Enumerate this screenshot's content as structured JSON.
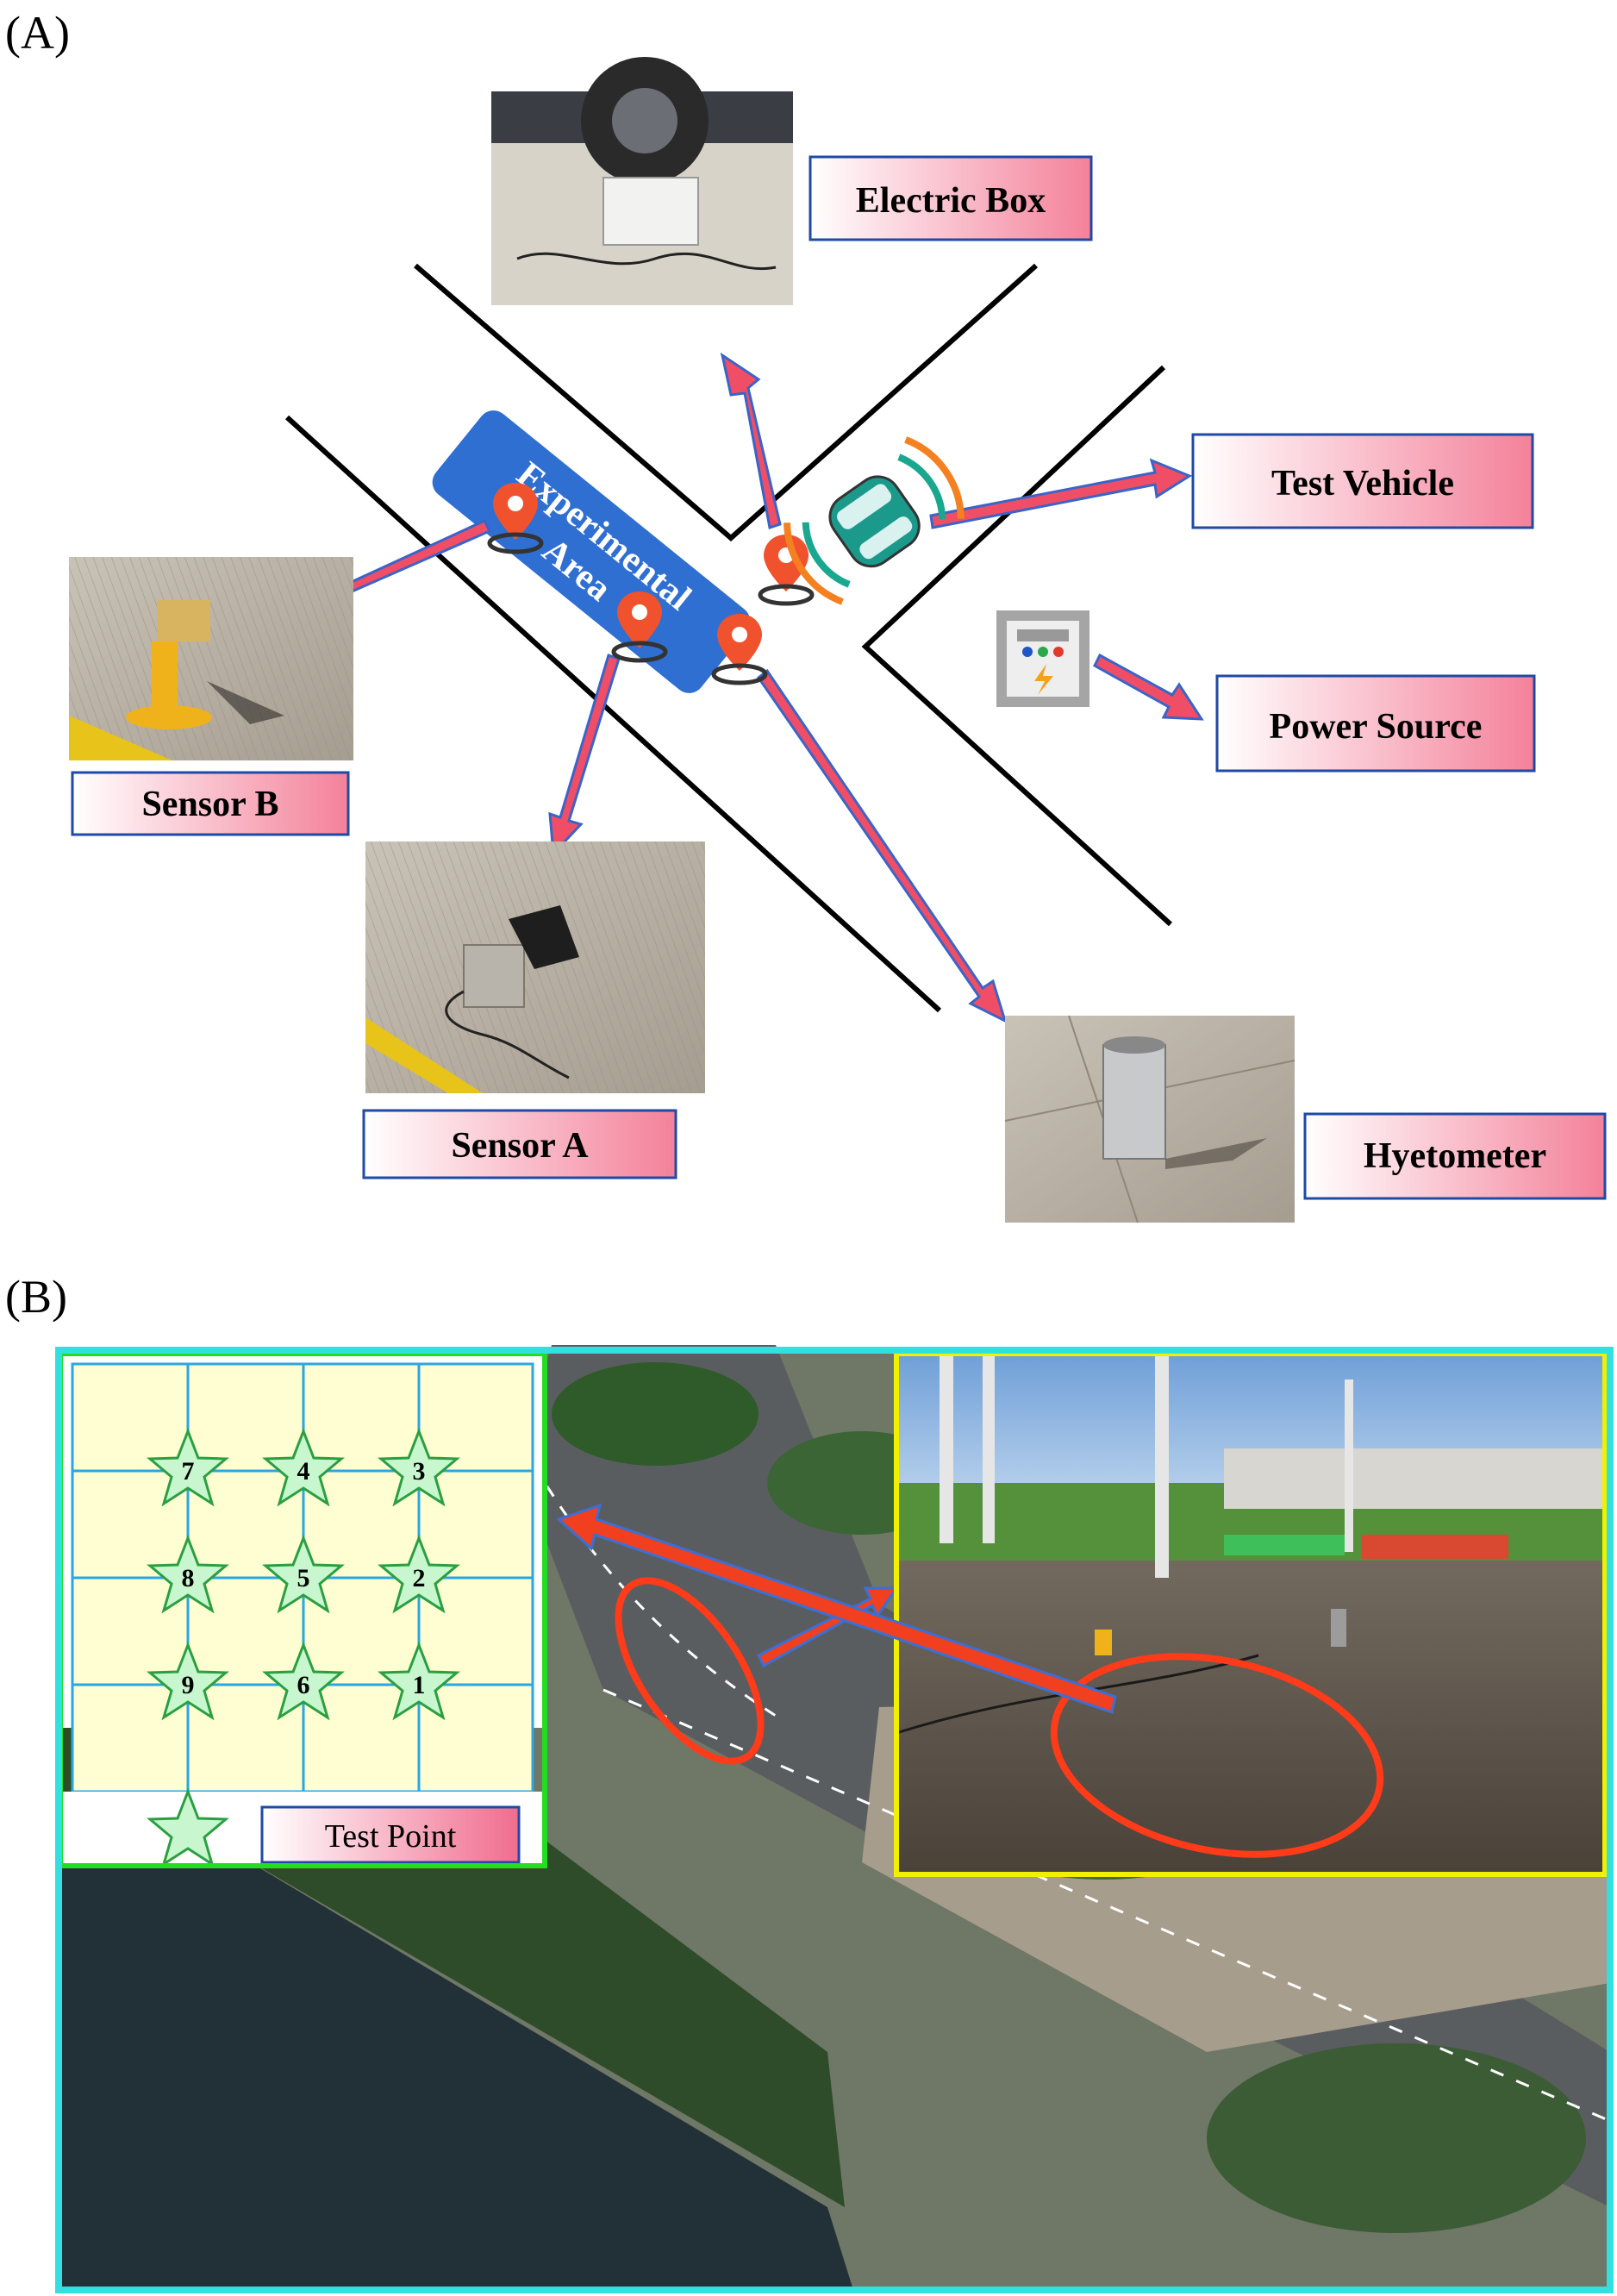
{
  "panel_a": {
    "label": "(A)",
    "experimental_area": [
      "Experimental",
      "Area"
    ],
    "labels": {
      "electric_box": "Electric Box",
      "test_vehicle": "Test Vehicle",
      "power_source": "Power Source",
      "sensor_b": "Sensor B",
      "sensor_a": "Sensor  A",
      "hyetometer": "Hyetometer"
    },
    "icons": [
      "map-pin-icon",
      "car-icon",
      "power-box-icon"
    ]
  },
  "panel_b": {
    "label": "(B)",
    "grid": {
      "rows": [
        [
          "7",
          "4",
          "3"
        ],
        [
          "8",
          "5",
          "2"
        ],
        [
          "9",
          "6",
          "1"
        ]
      ]
    },
    "legend": "Test Point",
    "colors": {
      "outer_frame": "#33e0e0",
      "grid_frame": "#22dd22",
      "photo_frame": "#f0f000",
      "highlight": "#ff3b1a",
      "arrow_blue": "#3b6fd6"
    }
  }
}
